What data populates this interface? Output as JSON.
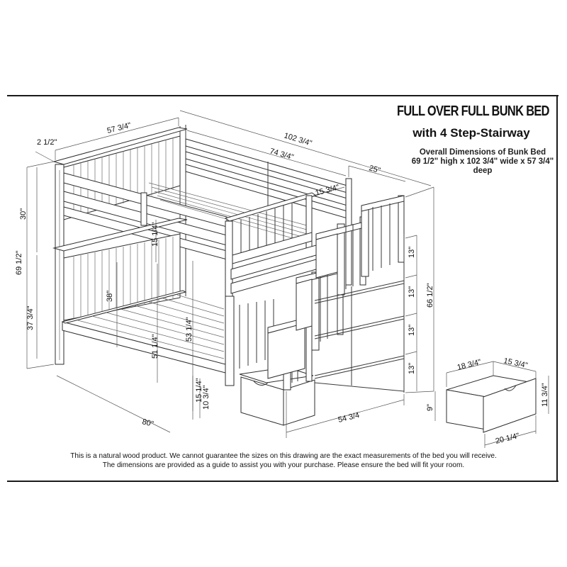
{
  "header": {
    "title": "FULL OVER FULL BUNK BED",
    "subtitle": "with 4 Step-Stairway",
    "overall_label": "Overall Dimensions of Bunk Bed",
    "overall_value": "69 1/2\" high x 102 3/4\" wide x 57 3/4\"",
    "overall_suffix": "deep"
  },
  "dimensions": {
    "bed_depth": "57 3/4\"",
    "post_width": "2 1/2\"",
    "overall_width": "102 3/4\"",
    "bed_length": "74 3/4\"",
    "stair_depth": "25\"",
    "rail_gap": "15 3/4\"",
    "upper_rail_height": "30\"",
    "total_height": "69 1/2\"",
    "lower_height": "37 3/4\"",
    "upper_clearance": "15 1/4\"",
    "headboard_height": "38\"",
    "mattress_width": "51 1/4\"",
    "inner_length": "53 1/4\"",
    "floor_clearance": "15 1/4\"",
    "rail_to_floor": "10 3/4\"",
    "bed_length_total": "80\"",
    "stair_length": "54 3/4",
    "stair_height": "66 1/2\"",
    "step_heights": [
      "13\"",
      "13\"",
      "13\"",
      "13\""
    ]
  },
  "drawer": {
    "depth": "18 3/4\"",
    "width_top": "15 3/4\"",
    "height_back": "9\"",
    "height_front": "11 3/4\"",
    "width_front": "20 1/4\""
  },
  "footer": {
    "line1": "This is a natural wood product. We cannot guarantee the sizes on this drawing are the exact measurements of the bed you will receive.",
    "line2": "The dimensions are provided as a guide to assist you with your purchase. Please ensure the bed will fit your room."
  }
}
